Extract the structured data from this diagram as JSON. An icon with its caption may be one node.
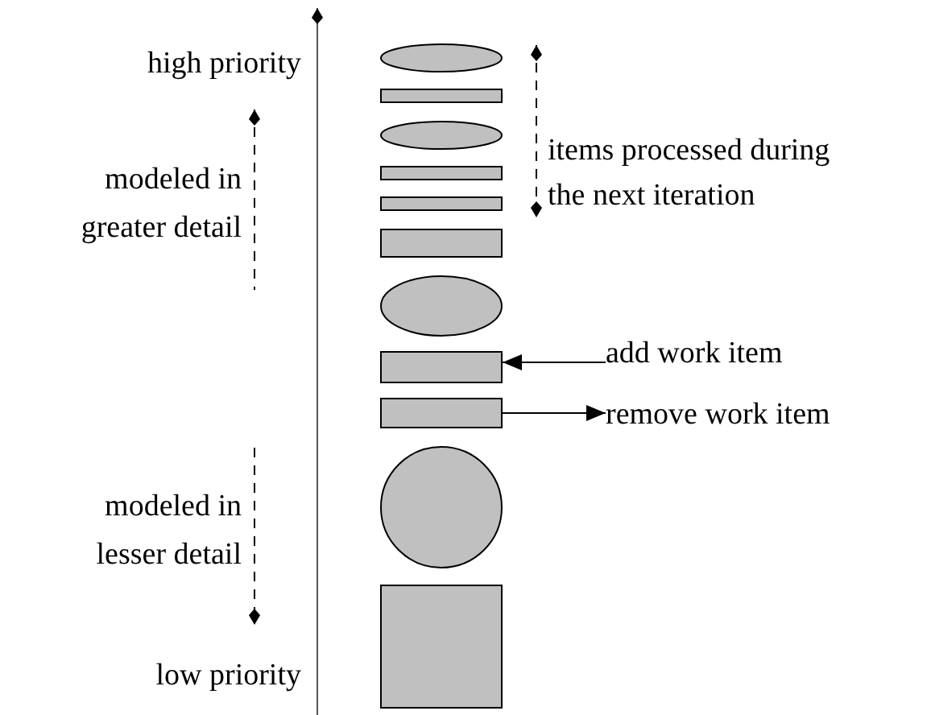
{
  "diagram": {
    "nodes": [
      {
        "text": [],
        "shape": "ellipse"
      },
      {
        "text": [],
        "shape": "bar"
      },
      {
        "text": [],
        "shape": "ellipse"
      },
      {
        "text": [],
        "shape": "bar"
      },
      {
        "text": [],
        "shape": "bar"
      },
      {
        "text": [],
        "shape": "box"
      },
      {
        "text": [],
        "shape": "ellipse"
      },
      {
        "text": [],
        "shape": "box"
      },
      {
        "text": [],
        "shape": "box"
      },
      {
        "text": [],
        "shape": "circle"
      },
      {
        "text": [],
        "shape": "box"
      },
      {
        "text": [
          "add work item"
        ]
      },
      {
        "text": [
          "remove work item"
        ]
      }
    ],
    "edges": [
      {
        "from": 11,
        "to": 7,
        "arrow": "to"
      },
      {
        "from": 8,
        "to": 12,
        "arrow": "to"
      }
    ],
    "labels": [
      "high priority",
      "modeled in greater detail",
      "items processed during the next iteration",
      "modeled in lesser detail",
      "low priority"
    ]
  }
}
